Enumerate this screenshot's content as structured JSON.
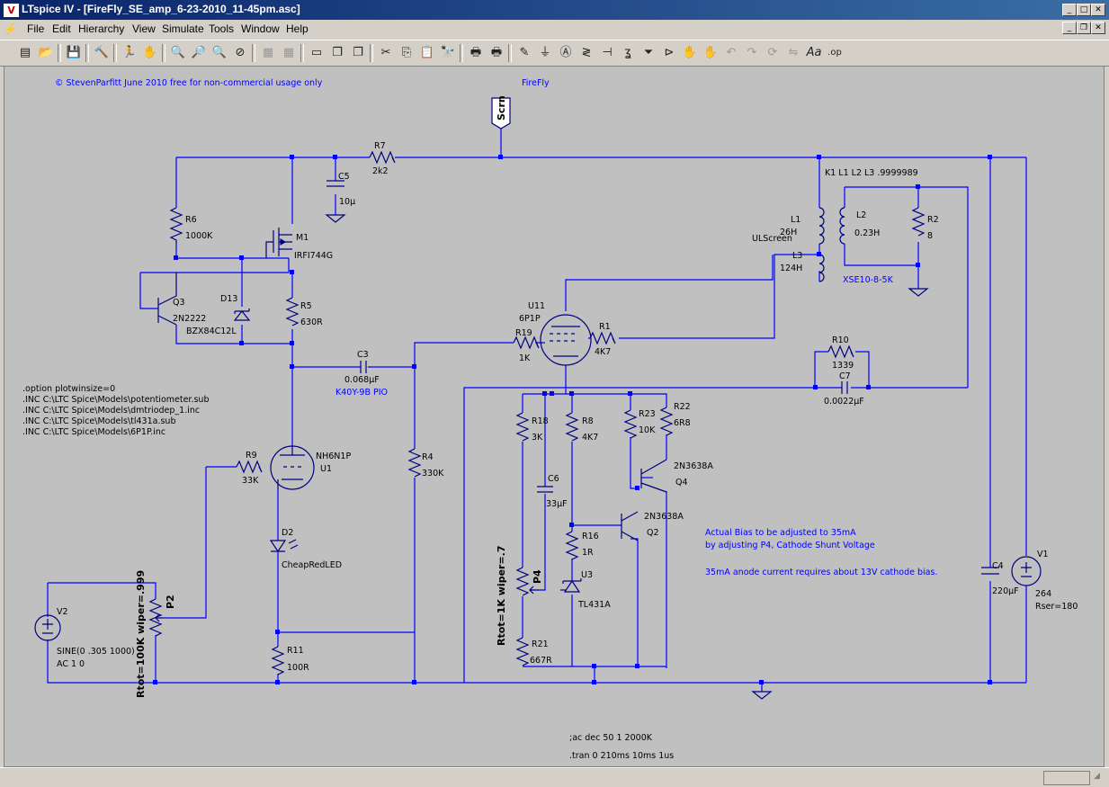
{
  "window": {
    "title": "LTspice IV - [FireFly_SE_amp_6-23-2010_11-45pm.asc]",
    "app_icon_glyph": "V"
  },
  "menu": [
    "File",
    "Edit",
    "Hierarchy",
    "View",
    "Simulate",
    "Tools",
    "Window",
    "Help"
  ],
  "toolbar_icons": [
    "run-icon",
    "new-schematic-icon",
    "open-icon",
    "save-icon",
    "control-panel-icon",
    "run-simulation-icon",
    "pan-icon",
    "zoom-in-icon",
    "zoom-area-icon",
    "zoom-out-icon",
    "zoom-fit-icon",
    "tile-horizontal-icon",
    "tile-vertical-icon",
    "cascade-icon",
    "window-icon",
    "cut-icon",
    "copy-icon",
    "paste-icon",
    "find-icon",
    "print-icon",
    "print-preview-icon",
    "wire-icon",
    "ground-icon",
    "label-icon",
    "resistor-icon",
    "capacitor-icon",
    "inductor-icon",
    "diode-icon",
    "component-icon",
    "move-icon",
    "drag-icon",
    "undo-icon",
    "redo-icon",
    "rotate-icon",
    "mirror-icon",
    "text-icon",
    "spice-directive-icon"
  ],
  "colors": {
    "wire": "#0000ff",
    "component": "#000080",
    "text_blue": "#0000ff",
    "canvas_bg": "#c0c0c0"
  },
  "schematic": {
    "copyright": "© StevenParfitt June 2010 free for non-commercial usage only",
    "title_label": "FireFly",
    "net_label_scrn": "Scrn",
    "net_label_ulscreen": "ULScreen",
    "coupling": "K1 L1 L2 L3 .9999989",
    "transformer": "XSE10-8-5K",
    "directives": [
      ".option plotwinsize=0",
      ".INC C:\\LTC Spice\\Models\\potentiometer.sub",
      ".INC C:\\LTC Spice\\Models\\dmtriodep_1.inc",
      ".INC C:\\LTC Spice\\Models\\tl431a.sub",
      ".INC C:\\LTC Spice\\Models\\6P1P.inc"
    ],
    "note1": "Actual Bias to be adjusted to 35mA",
    "note2": "by adjusting P4, Cathode Shunt Voltage",
    "note3": "35mA anode current requires about 13V cathode bias.",
    "ac_directive": ";ac dec 50 1 2000K",
    "tran_directive": ".tran 0 210ms 10ms 1us",
    "components": {
      "R7": {
        "name": "R7",
        "value": "2k2"
      },
      "C5": {
        "name": "C5",
        "value": "10µ"
      },
      "R6": {
        "name": "R6",
        "value": "1000K"
      },
      "M1": {
        "name": "M1",
        "value": "IRFI744G"
      },
      "Q3": {
        "name": "Q3",
        "value": "2N2222"
      },
      "D13": {
        "name": "D13",
        "value": "BZX84C12L"
      },
      "R5": {
        "name": "R5",
        "value": "630R"
      },
      "C3": {
        "name": "C3",
        "value": "0.068µF",
        "extra": "K40Y-9B PIO"
      },
      "R9": {
        "name": "R9",
        "value": "33K"
      },
      "U1": {
        "name": "U1",
        "value": "NH6N1P"
      },
      "D2": {
        "name": "D2",
        "value": "CheapRedLED"
      },
      "R11": {
        "name": "R11",
        "value": "100R"
      },
      "R4": {
        "name": "R4",
        "value": "330K"
      },
      "V2": {
        "name": "V2",
        "value": "SINE(0 .305 1000)",
        "extra": "AC 1 0"
      },
      "P2": {
        "name": "P2",
        "value": "Rtot=100K wiper=.999"
      },
      "U11": {
        "name": "U11",
        "value": "6P1P"
      },
      "R19": {
        "name": "R19",
        "value": "1K"
      },
      "R1": {
        "name": "R1",
        "value": "4K7"
      },
      "L1": {
        "name": "L1",
        "value": "26H"
      },
      "L3": {
        "name": "L3",
        "value": "124H"
      },
      "L2": {
        "name": "L2",
        "value": "0.23H"
      },
      "R2": {
        "name": "R2",
        "value": "8"
      },
      "R10": {
        "name": "R10",
        "value": "1339"
      },
      "C7": {
        "name": "C7",
        "value": "0.0022µF"
      },
      "R18": {
        "name": "R18",
        "value": "3K"
      },
      "C6": {
        "name": "C6",
        "value": "33µF"
      },
      "R8": {
        "name": "R8",
        "value": "4K7"
      },
      "R23": {
        "name": "R23",
        "value": "10K"
      },
      "R22": {
        "name": "R22",
        "value": "6R8"
      },
      "Q4": {
        "name": "Q4",
        "value": "2N3638A"
      },
      "Q2": {
        "name": "Q2",
        "value": "2N3638A"
      },
      "R16": {
        "name": "R16",
        "value": "1R"
      },
      "U3": {
        "name": "U3",
        "value": "TL431A"
      },
      "P4": {
        "name": "P4",
        "value": "Rtot=1K wiper=.7"
      },
      "R21": {
        "name": "R21",
        "value": "667R"
      },
      "C4": {
        "name": "C4",
        "value": "220µF"
      },
      "V1": {
        "name": "V1",
        "value": "264",
        "extra": "Rser=180"
      }
    }
  }
}
